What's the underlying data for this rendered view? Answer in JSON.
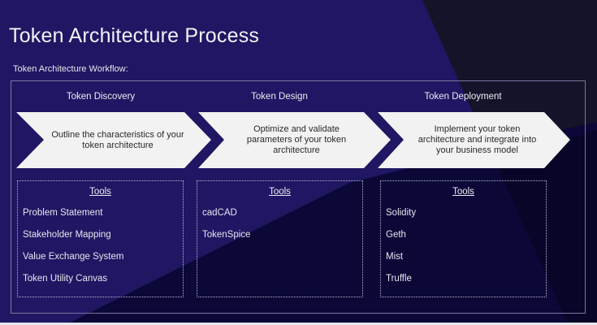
{
  "slide": {
    "title": "Token Architecture Process",
    "subtitle": "Token Architecture Workflow:"
  },
  "colors": {
    "background": "#1f1763",
    "dark_triangle": "#151329",
    "dark_wedge": "#0b0838",
    "arrow_fill": "#f2f2f2",
    "frame_border": "#7a77a0",
    "text_light": "#ececf3"
  },
  "stages": [
    {
      "label": "Token Discovery",
      "description": "Outline the characteristics of your token architecture",
      "tools_heading": "Tools",
      "tools": [
        "Problem Statement",
        "Stakeholder Mapping",
        "Value Exchange System",
        "Token Utility Canvas"
      ]
    },
    {
      "label": "Token Design",
      "description": "Optimize and validate parameters of your token architecture",
      "tools_heading": "Tools",
      "tools": [
        "cadCAD",
        "TokenSpice"
      ]
    },
    {
      "label": "Token Deployment",
      "description": "Implement your token architecture and integrate into your business model",
      "tools_heading": "Tools",
      "tools": [
        "Solidity",
        "Geth",
        "Mist",
        "Truffle"
      ]
    }
  ]
}
